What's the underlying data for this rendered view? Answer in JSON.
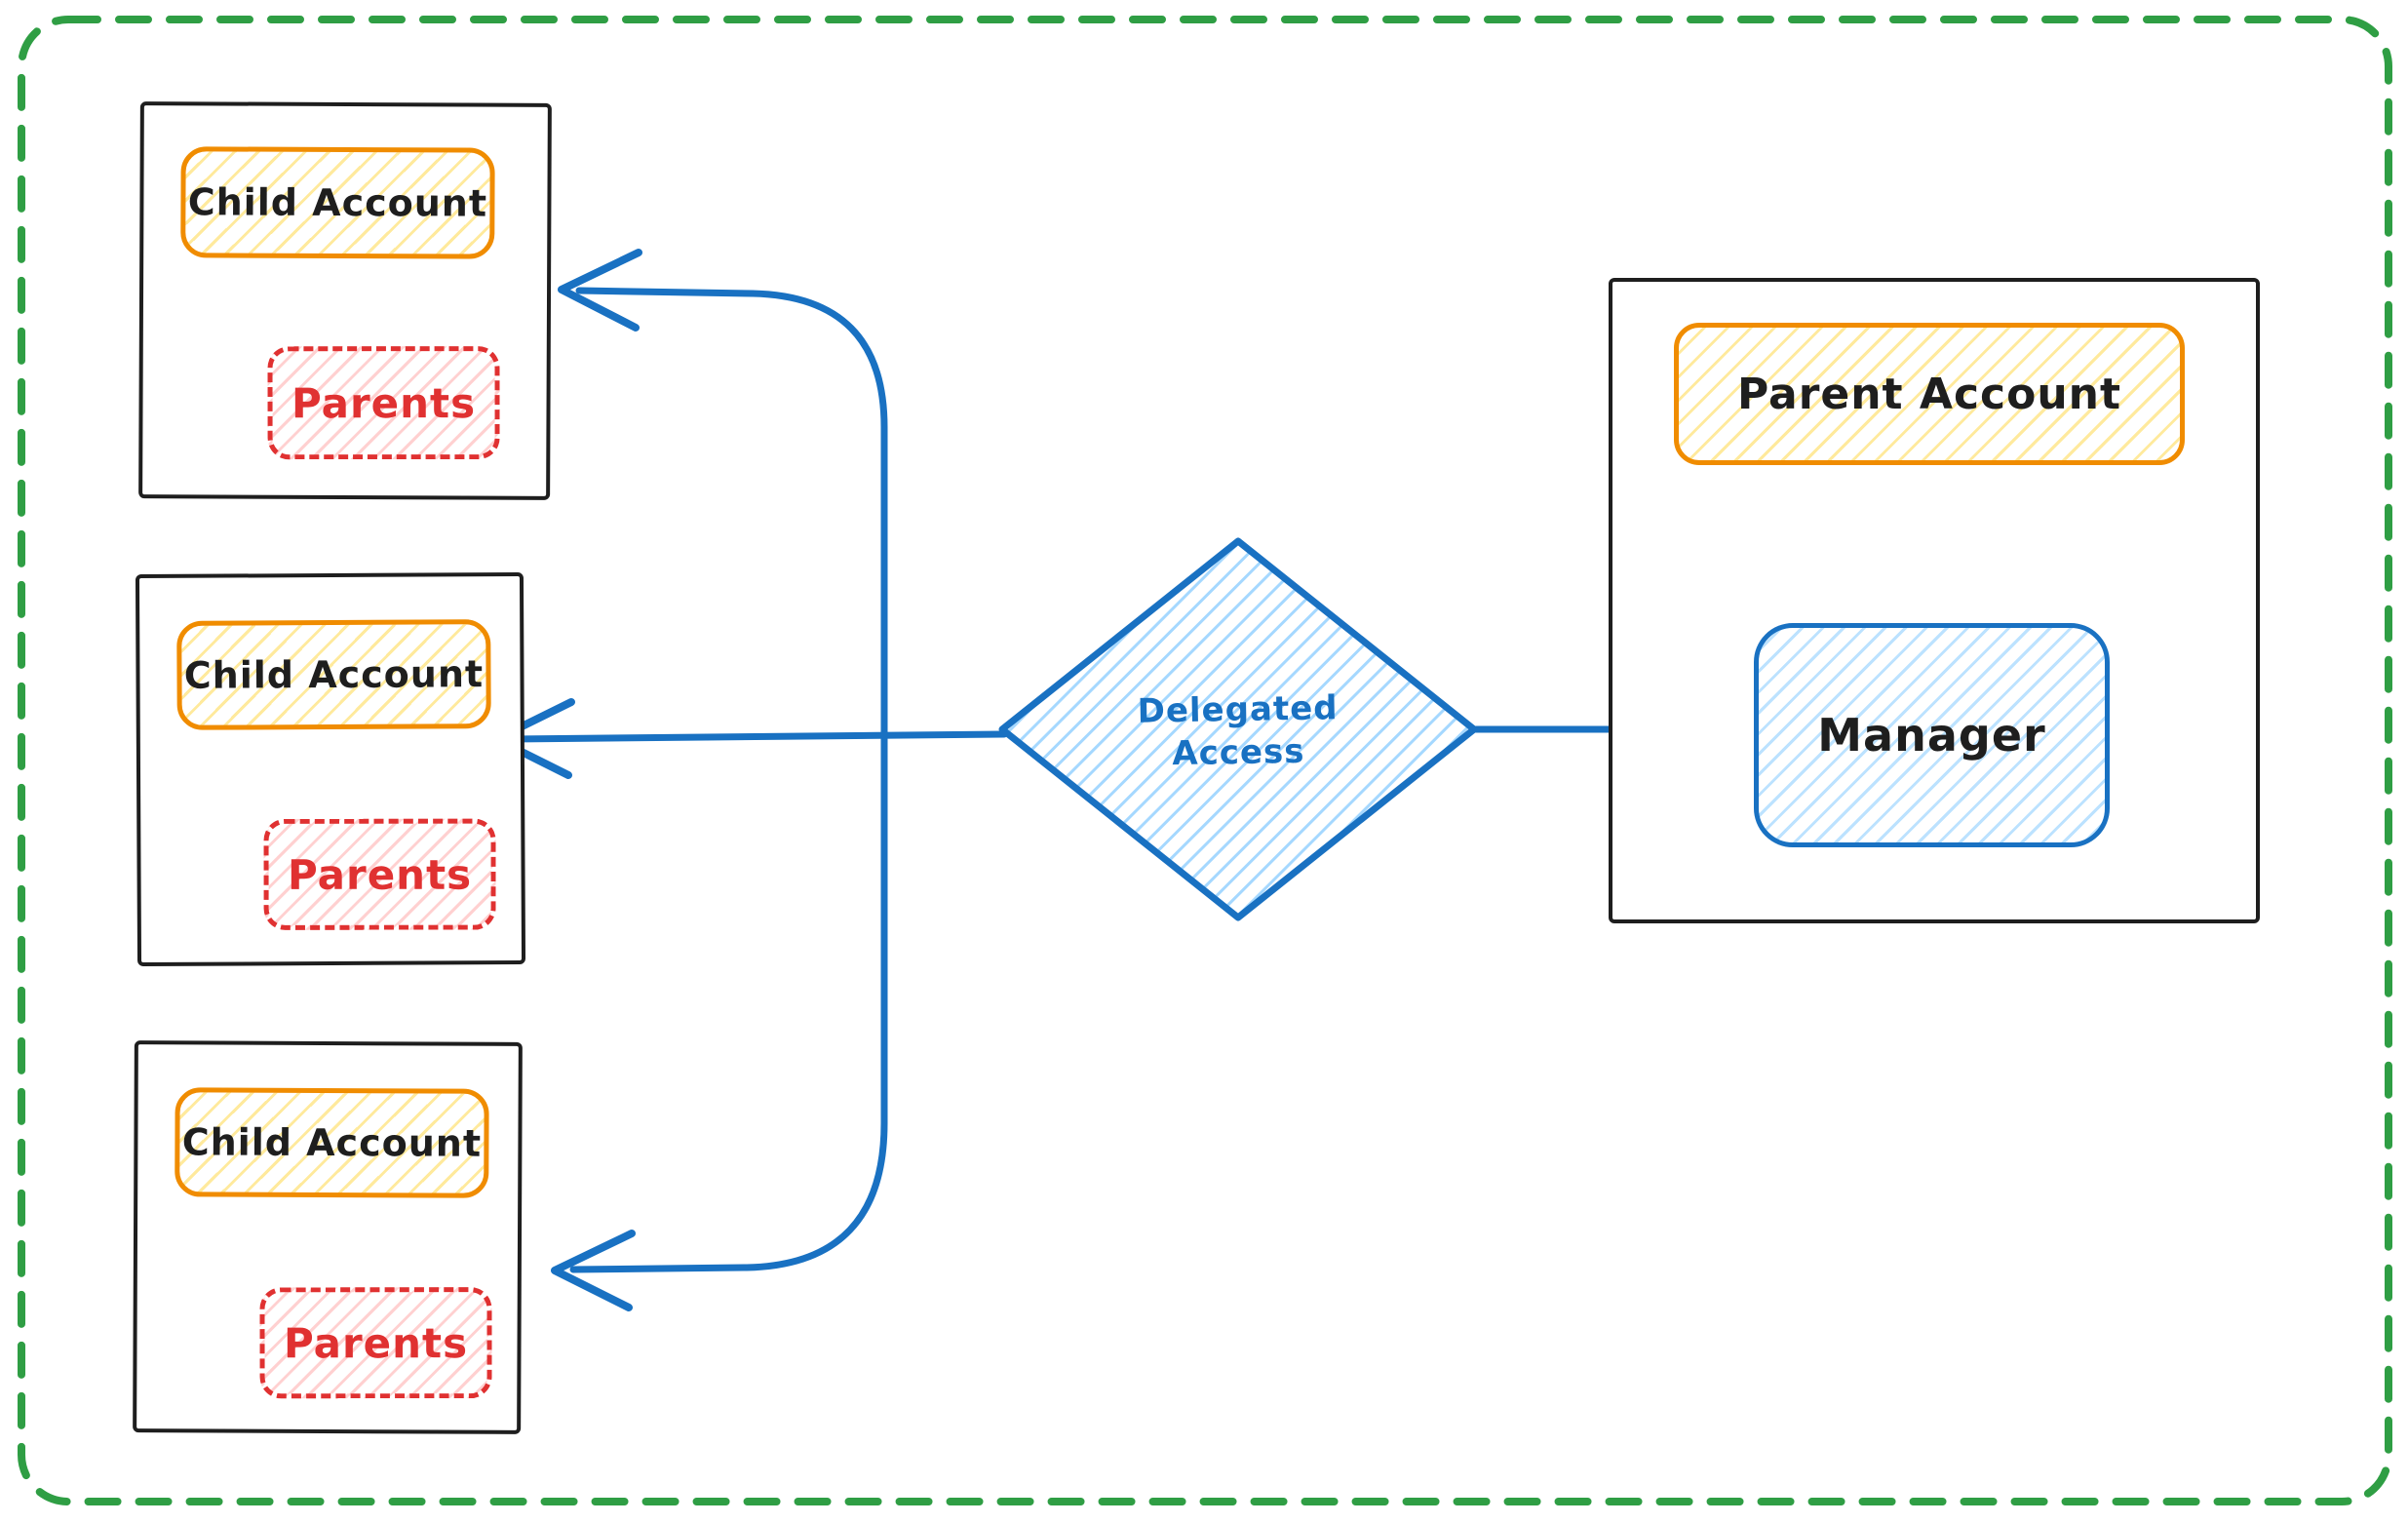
{
  "colors": {
    "background": "#ffffff",
    "canvas_border_green": "#2f9e44",
    "box_stroke_black": "#1e1e1e",
    "account_orange": "#f08c00",
    "account_fill_yellow": "#ffd43b",
    "parents_red": "#e03131",
    "parents_fill_red": "#ffc9c9",
    "flow_blue": "#1971c2",
    "flow_fill_blue": "#a5d8ff"
  },
  "child_boxes": [
    {
      "account_label": "Child Account",
      "parents_label": "Parents"
    },
    {
      "account_label": "Child Account",
      "parents_label": "Parents"
    },
    {
      "account_label": "Child Account",
      "parents_label": "Parents"
    }
  ],
  "decision": {
    "line1": "Delegated",
    "line2": "Access"
  },
  "parent_box": {
    "account_label": "Parent Account",
    "manager_label": "Manager"
  },
  "edges": [
    {
      "from": "delegated-access-diamond",
      "to": "child-account-box-1",
      "style": "curved-arrow"
    },
    {
      "from": "delegated-access-diamond",
      "to": "child-account-box-2",
      "style": "straight-arrow"
    },
    {
      "from": "delegated-access-diamond",
      "to": "child-account-box-3",
      "style": "curved-arrow"
    },
    {
      "from": "manager-box",
      "to": "delegated-access-diamond",
      "style": "plain-line"
    }
  ]
}
